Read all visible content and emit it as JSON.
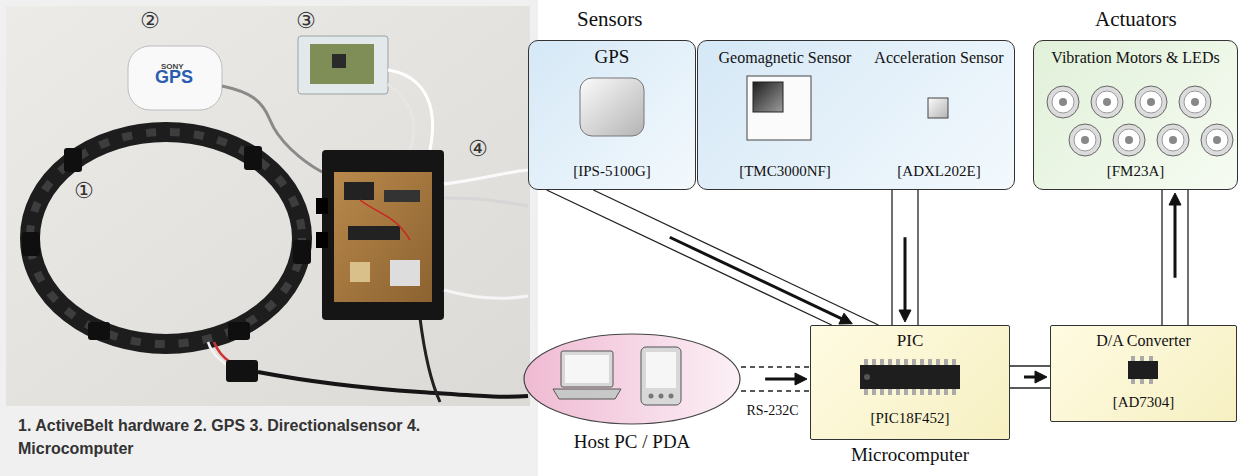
{
  "diagram": {
    "caption": "1. ActiveBelt hardware 2. GPS 3. Directionalsensor 4. Microcomputer",
    "nodes": [
      {
        "text": [
          "GPS",
          "[IPS-5100G]"
        ]
      },
      {
        "text": [
          "Geomagnetic Sensor",
          "Acceleration Sensor",
          "[TMC3000NF]",
          "[ADXL202E]"
        ]
      },
      {
        "text": [
          "Vibration Motors & LEDs",
          "[FM23A]"
        ]
      },
      {
        "text": [
          "Host PC / PDA"
        ]
      },
      {
        "text": [
          "PIC",
          "[PIC18F452]",
          "Microcomputer"
        ]
      },
      {
        "text": [
          "D/A Converter",
          "[AD7304]"
        ]
      }
    ],
    "edges": [
      {
        "from": 0,
        "to": 4,
        "arrow": "to"
      },
      {
        "from": 1,
        "to": 4,
        "arrow": "to"
      },
      {
        "from": 3,
        "to": 4,
        "label": "RS-232C",
        "arrow": "to"
      },
      {
        "from": 4,
        "to": 5,
        "arrow": "to"
      },
      {
        "from": 5,
        "to": 2,
        "arrow": "to"
      }
    ],
    "labels": [
      "①",
      "②",
      "③",
      "④",
      "SONY",
      "GPS",
      "Sensors",
      "Actuators"
    ]
  }
}
